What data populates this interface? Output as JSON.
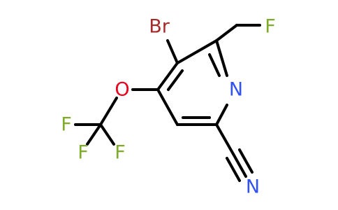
{
  "molecule": {
    "atoms": {
      "bromine": {
        "symbol": "Br",
        "color": "#A52A2A"
      },
      "fluorine_ch2f": {
        "symbol": "F",
        "color": "#7FAA2A"
      },
      "ring_nitrogen": {
        "symbol": "N",
        "color": "#3050F8"
      },
      "oxygen": {
        "symbol": "O",
        "color": "#E8001D"
      },
      "fluorine_cf3_left": {
        "symbol": "F",
        "color": "#7FAA2A"
      },
      "fluorine_cf3_bottom_left": {
        "symbol": "F",
        "color": "#7FAA2A"
      },
      "fluorine_cf3_bottom_right": {
        "symbol": "F",
        "color": "#7FAA2A"
      },
      "nitrile_nitrogen": {
        "symbol": "N",
        "color": "#3050F8"
      }
    }
  }
}
